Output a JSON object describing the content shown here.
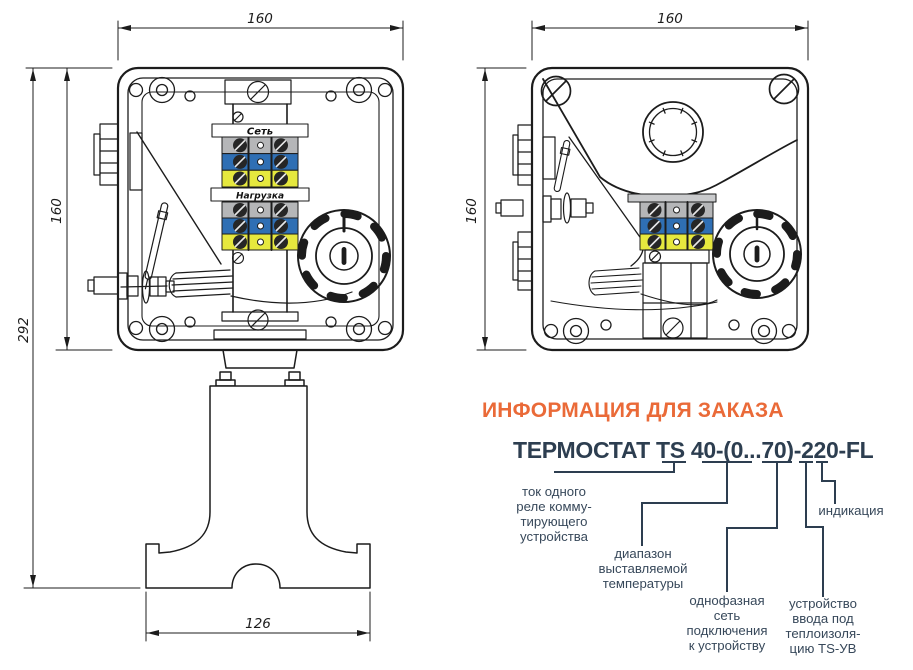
{
  "colors": {
    "line": "#1c1c1c",
    "navy_title": "#2d3e50",
    "navy_callout": "#37485a",
    "orange_accent": "#ea6a38",
    "terminal_gray": "#b5b6b8",
    "terminal_blue": "#2f6fb4",
    "terminal_yellow": "#e6e83e"
  },
  "left_drawing": {
    "dim_width_top": "160",
    "dim_height": "160",
    "dim_total_height": "292",
    "dim_base_width": "126",
    "terminal_label_net": "Сеть",
    "terminal_label_load": "Нагрузка"
  },
  "right_drawing": {
    "dim_width_top": "160",
    "dim_height": "160"
  },
  "order_info": {
    "heading": "ИНФОРМАЦИЯ ДЛЯ ЗАКАЗА",
    "model_code": "ТЕРМОСТАТ TS 40-(0...70)-220-FL",
    "callouts": [
      {
        "id": "relay-current",
        "label": "ток одного\nреле комму-\nтирующего\nустройства"
      },
      {
        "id": "temperature-range",
        "label": "диапазон\nвыставляемой\nтемпературы"
      },
      {
        "id": "mains-connection",
        "label": "однофазная\nсеть\nподключения\nк устройству"
      },
      {
        "id": "entry-device",
        "label": "устройство\nввода под\nтеплоизоля-\nцию TS-УВ"
      },
      {
        "id": "indication",
        "label": "индикация"
      }
    ]
  }
}
